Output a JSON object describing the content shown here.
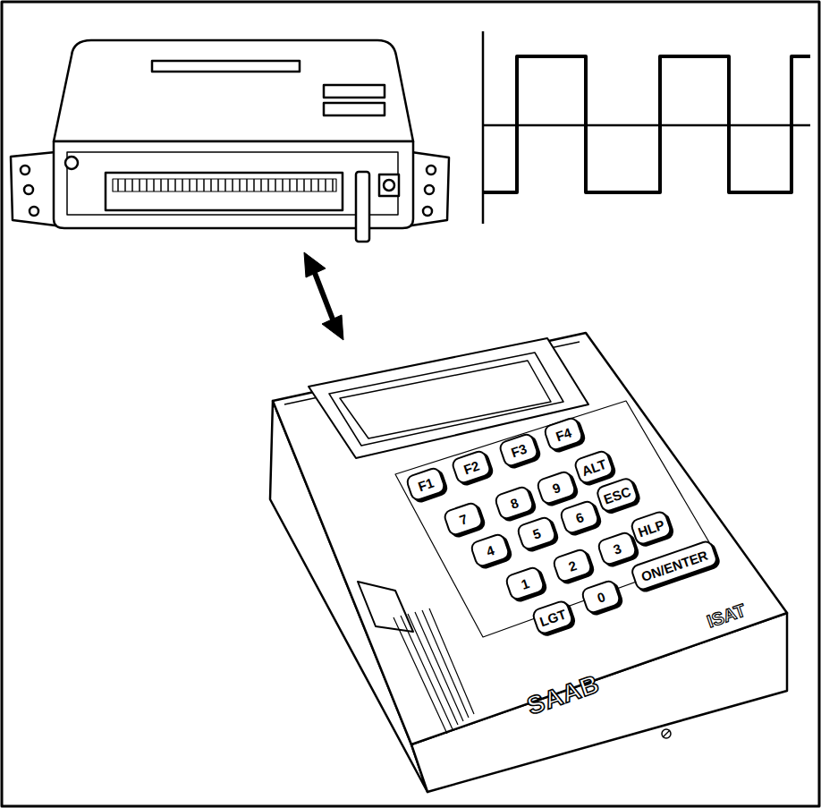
{
  "diagram": {
    "labels": [
      "F1",
      "F2",
      "F3",
      "F4",
      "ALT",
      "7",
      "8",
      "9",
      "ESC",
      "4",
      "5",
      "6",
      "HLP",
      "1",
      "2",
      "3",
      "ON/ENTER",
      "LGT",
      "0",
      "ISAT",
      "SAAB"
    ]
  }
}
